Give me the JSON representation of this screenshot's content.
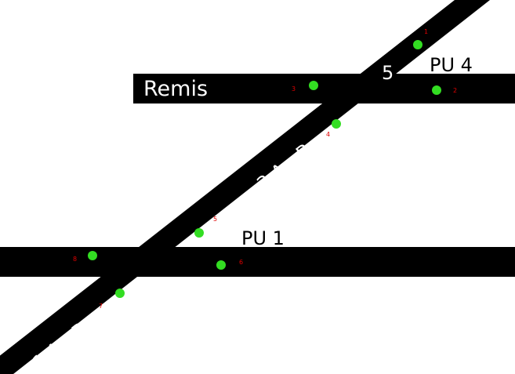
{
  "tracks": {
    "remis_label": "Remis",
    "track_3ab_label": "3 A - B",
    "track_1ab_label": "1 A - B",
    "track_5_label": "5"
  },
  "platforms": {
    "pu4_label": "PU 4",
    "pu1_label": "PU 1"
  },
  "signals": [
    {
      "id": "1",
      "color": "#33dd22"
    },
    {
      "id": "2",
      "color": "#33dd22"
    },
    {
      "id": "3",
      "color": "#33dd22"
    },
    {
      "id": "4",
      "color": "#33dd22"
    },
    {
      "id": "5",
      "color": "#33dd22"
    },
    {
      "id": "6",
      "color": "#33dd22"
    },
    {
      "id": "7",
      "color": "#33dd22"
    },
    {
      "id": "8",
      "color": "#33dd22"
    }
  ],
  "colors": {
    "track": "#000000",
    "background": "#ffffff",
    "signal_number": "#e00000"
  }
}
